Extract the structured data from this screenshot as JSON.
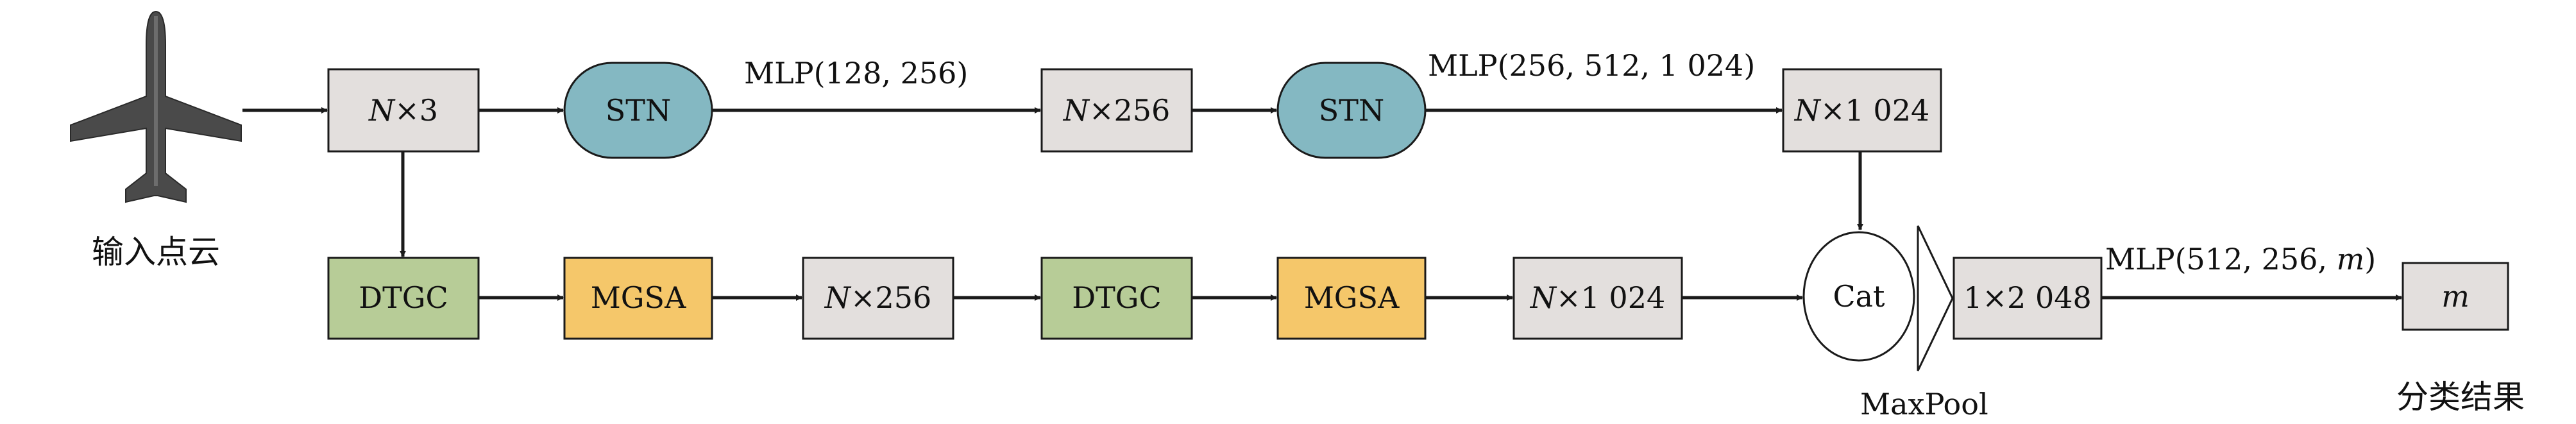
{
  "input": {
    "caption": "输入点云",
    "icon": "airplane-icon"
  },
  "boxes": {
    "n3": [
      "N",
      "×3"
    ],
    "n256_top": [
      "N",
      "×256"
    ],
    "n1024_top": [
      "N",
      "×1 024"
    ],
    "n256_bottom": [
      "N",
      "×256"
    ],
    "n1024_bottom": [
      "N",
      "×1 024"
    ],
    "feat": "1×2 048",
    "out": "m"
  },
  "modules": {
    "stn1": "STN",
    "stn2": "STN",
    "dtgc1": "DTGC",
    "mgsa1": "MGSA",
    "dtgc2": "DTGC",
    "mgsa2": "MGSA",
    "cat": "Cat"
  },
  "edge_labels": {
    "mlp1": "MLP(128, 256)",
    "mlp2": "MLP(256, 512, 1 024)",
    "mlp3_prefix": "MLP(512, 256, ",
    "mlp3_var": "m",
    "mlp3_suffix": ")"
  },
  "maxpool_label": "MaxPool",
  "output_caption": "分类结果",
  "colors": {
    "gray_box": "#e3dfdd",
    "stn": "#84b8c2",
    "dtgc": "#b7cc97",
    "mgsa": "#f5c76a",
    "stroke": "#1a1a1a"
  }
}
